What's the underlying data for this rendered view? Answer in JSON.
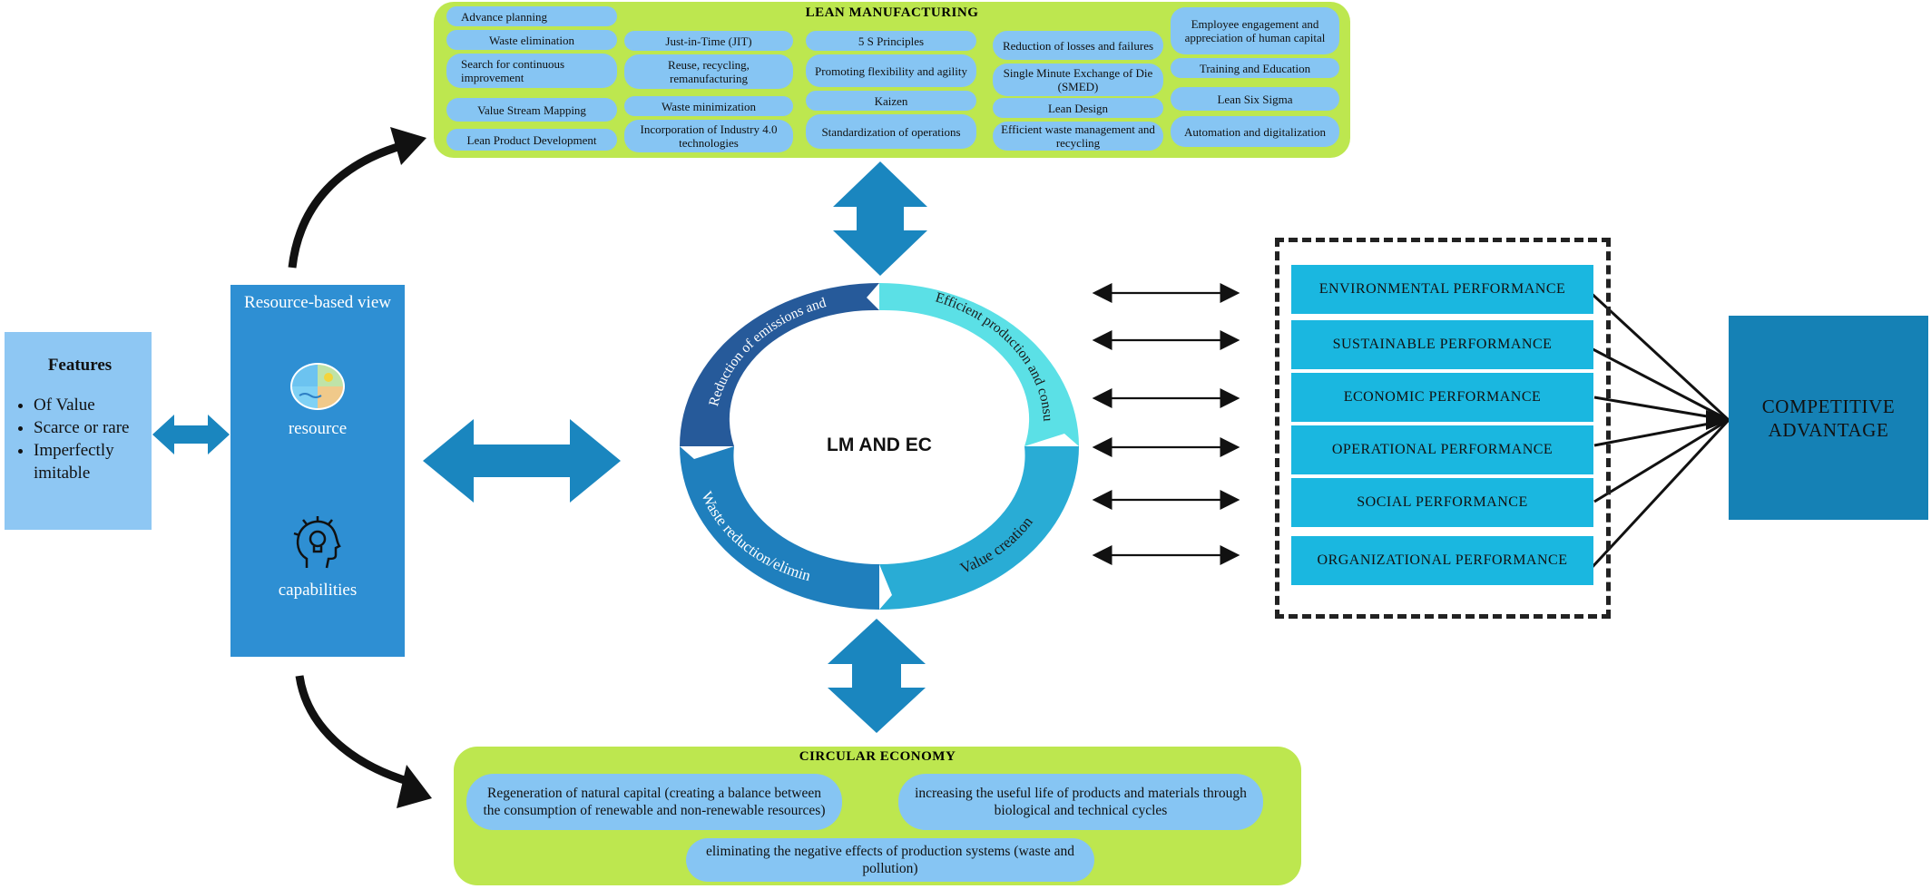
{
  "features": {
    "title": "Features",
    "items": [
      "Of Value",
      "Scarce or rare",
      "Imperfectly imitable"
    ]
  },
  "rbv": {
    "title": "Resource-based view",
    "resource_label": "resource",
    "capabilities_label": "capabilities"
  },
  "lean_manufacturing": {
    "title": "LEAN MANUFACTURING",
    "col1": [
      "Advance planning",
      "Waste elimination",
      "Search for continuous improvement",
      "Value Stream Mapping",
      "Lean Product Development"
    ],
    "col2": [
      "Just-in-Time (JIT)",
      "Reuse, recycling, remanufacturing",
      "Waste minimization",
      "Incorporation of Industry 4.0 technologies"
    ],
    "col3": [
      "5 S Principles",
      "Promoting flexibility and agility",
      "Kaizen",
      "Standardization of operations"
    ],
    "col4": [
      "Reduction of losses and failures",
      "Single Minute Exchange of Die (SMED)",
      "Lean Design",
      "Efficient waste management and recycling"
    ],
    "col5": [
      "Employee engagement and appreciation of human capital",
      "Training and Education",
      "Lean Six Sigma",
      "Automation and digitalization"
    ]
  },
  "cycle": {
    "center": "LM AND EC",
    "segments": [
      {
        "label": "Reduction of emissions and polluting materials",
        "color": "#265a9a"
      },
      {
        "label": "Efficient production and consumption of resources",
        "color": "#5be0e6"
      },
      {
        "label": "Value creation",
        "color": "#29acd5"
      },
      {
        "label": "Waste reduction/elimination",
        "color": "#1f7fbd"
      }
    ]
  },
  "circular_economy": {
    "title": "CIRCULAR ECONOMY",
    "items": [
      "Regeneration of natural capital (creating a balance between the consumption of renewable and non-renewable resources)",
      "increasing the useful life of products and materials through biological and technical cycles",
      "eliminating the negative effects of production systems (waste and pollution)"
    ]
  },
  "performance": [
    "ENVIRONMENTAL PERFORMANCE",
    "SUSTAINABLE PERFORMANCE",
    "ECONOMIC PERFORMANCE",
    "OPERATIONAL PERFORMANCE",
    "SOCIAL PERFORMANCE",
    "ORGANIZATIONAL PERFORMANCE"
  ],
  "competitive_advantage": "COMPETITIVE ADVANTAGE",
  "colors": {
    "green_box": "#bde74f",
    "pill": "#86c5f3",
    "arrow_blue": "#1a86bf",
    "perf_box": "#1ab7e0",
    "comp_box": "#1581b5",
    "rbv_box": "#2e8fd3",
    "features_box": "#8ec7f3"
  }
}
